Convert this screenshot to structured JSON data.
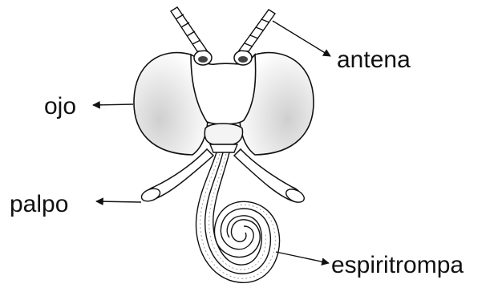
{
  "labels": {
    "antena": "antena",
    "ojo": "ojo",
    "palpo": "palpo",
    "espiritrompa": "espiritrompa"
  },
  "colors": {
    "ink": "#111111",
    "background": "#ffffff",
    "stipple": "#bdbdbd"
  }
}
